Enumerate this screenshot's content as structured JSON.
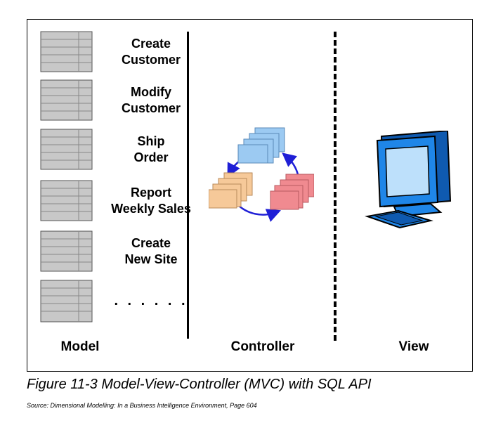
{
  "model": {
    "items": [
      {
        "label": "Create\nCustomer"
      },
      {
        "label": "Modify\nCustomer"
      },
      {
        "label": "Ship\nOrder"
      },
      {
        "label": "Report\nWeekly Sales"
      },
      {
        "label": "Create\nNew Site"
      },
      {
        "label": ". . . . . ."
      }
    ],
    "title": "Model"
  },
  "controller": {
    "title": "Controller"
  },
  "view": {
    "title": "View"
  },
  "caption": "Figure 11-3   Model-View-Controller (MVC) with SQL API",
  "source": "Source: Dimensional Modelling: In a Business Intelligence Environment, Page 604",
  "colors": {
    "table_fill": "#c8c8c8",
    "doc_blue": "#9ccaf2",
    "doc_peach": "#f6c999",
    "doc_red": "#f08a90",
    "arrow": "#1f1fd6",
    "monitor": "#1f86e8"
  }
}
